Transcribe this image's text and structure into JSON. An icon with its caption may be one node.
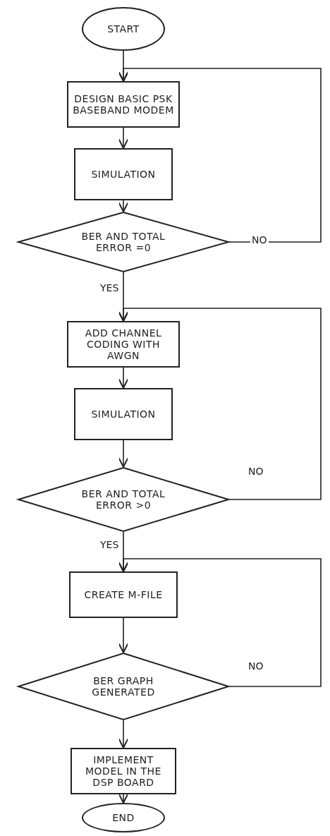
{
  "diagram": {
    "nodes": [
      {
        "text": [
          "START"
        ]
      },
      {
        "text": [
          "DESIGN BASIC PSK BASEBAND MODEM"
        ]
      },
      {
        "text": [
          "SIMULATION"
        ]
      },
      {
        "text": [
          "BER AND TOTAL ERROR =0"
        ]
      },
      {
        "text": [
          "ADD CHANNEL CODING WITH AWGN"
        ]
      },
      {
        "text": [
          "SIMULATION"
        ]
      },
      {
        "text": [
          "BER AND TOTAL ERROR >0"
        ]
      },
      {
        "text": [
          "CREATE M-FILE"
        ]
      },
      {
        "text": [
          "BER GRAPH GENERATED"
        ]
      },
      {
        "text": [
          "IMPLEMENT MODEL IN THE DSP BOARD"
        ]
      },
      {
        "text": [
          "END"
        ]
      }
    ],
    "edges": [
      {
        "from": 0,
        "to": 1,
        "arrow": "to"
      },
      {
        "from": 1,
        "to": 2,
        "arrow": "to"
      },
      {
        "from": 2,
        "to": 3,
        "arrow": "to"
      },
      {
        "from": 3,
        "to": 1,
        "arrow": "to",
        "label": "NO"
      },
      {
        "from": 3,
        "to": 4,
        "arrow": "to",
        "label": "YES"
      },
      {
        "from": 4,
        "to": 5,
        "arrow": "to"
      },
      {
        "from": 5,
        "to": 6,
        "arrow": "to"
      },
      {
        "from": 6,
        "to": 4,
        "arrow": "to",
        "label": "NO"
      },
      {
        "from": 6,
        "to": 7,
        "arrow": "to",
        "label": "YES"
      },
      {
        "from": 7,
        "to": 8,
        "arrow": "to"
      },
      {
        "from": 8,
        "to": 7,
        "arrow": "to",
        "label": "NO"
      },
      {
        "from": 8,
        "to": 9,
        "arrow": "to"
      },
      {
        "from": 9,
        "to": 10,
        "arrow": "to"
      }
    ]
  }
}
